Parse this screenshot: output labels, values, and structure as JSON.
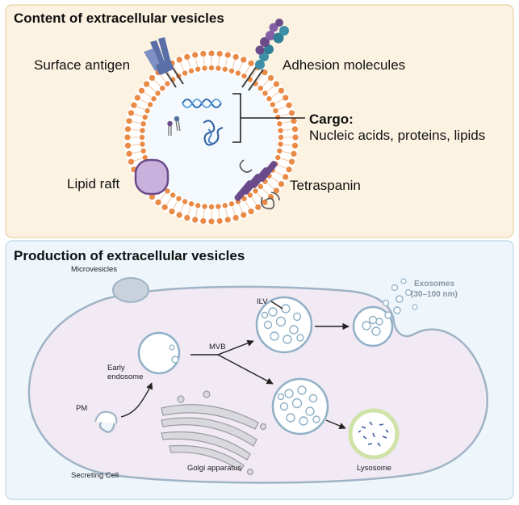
{
  "panel_top": {
    "title": "Content of extracellular vesicles",
    "labels": {
      "surface_antigen": "Surface antigen",
      "adhesion_molecules": "Adhesion molecules",
      "cargo_title": "Cargo:",
      "cargo_desc": "Nucleic acids, proteins, lipids",
      "lipid_raft": "Lipid raft",
      "tetraspanin": "Tetraspanin"
    }
  },
  "panel_bottom": {
    "title": "Production of extracellular vesicles",
    "labels": {
      "microvesicles": "Microvesicles",
      "exosomes_line1": "Exosomes",
      "exosomes_line2": "(30–100 nm)",
      "ilv": "ILV",
      "mvb": "MVB",
      "early_endosome_line1": "Early",
      "early_endosome_line2": "endosome",
      "pm": "PM",
      "lysosome": "Lysosome",
      "golgi": "Golgi apparatus",
      "secreting_cell": "Secreting Cell"
    }
  },
  "colors": {
    "top_panel_bg": "#fbf2e1",
    "top_panel_border": "#e8d3a7",
    "bottom_panel_bg": "#eef6fb",
    "bottom_panel_border": "#bcd7e6",
    "lipid_head": "#e98a47",
    "protein_purple": "#6b4a8a",
    "protein_blue": "#4f6f9e",
    "cell_fill": "#f1e9f3",
    "cell_stroke": "#9fb3c6",
    "vesicle_stroke": "#8fb0c6",
    "lysosome_ring": "#cfe3a8"
  }
}
